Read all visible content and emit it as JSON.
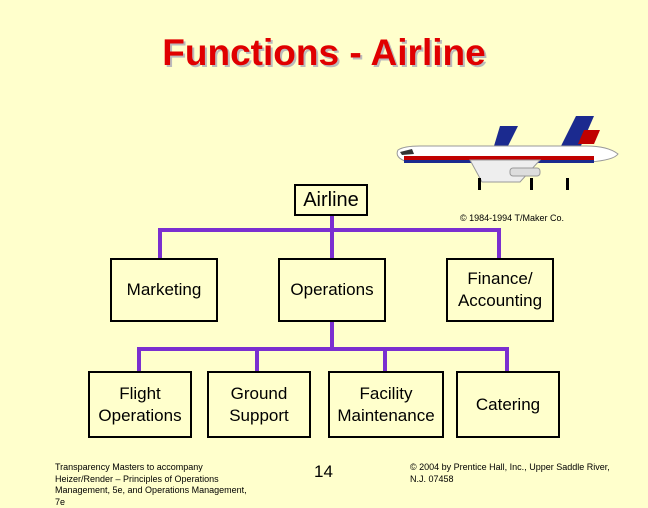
{
  "title": "Functions - Airline",
  "root": {
    "label": "Airline"
  },
  "credit": "© 1984-1994 T/Maker Co.",
  "level1": [
    "Marketing",
    "Operations",
    "Finance/ Accounting"
  ],
  "level2": [
    "Flight Operations",
    "Ground Support",
    "Facility Maintenance",
    "Catering"
  ],
  "footer_left": "Transparency Masters to accompany Heizer/Render – Principles of Operations Management, 5e, and Operations Management, 7e",
  "page_number": "14",
  "footer_right": "© 2004 by Prentice Hall, Inc., Upper Saddle River, N.J. 07458",
  "colors": {
    "title": "#E00000",
    "connector": "#7B2FD0",
    "background": "#FFFFCC"
  },
  "icons": [
    "airplane-icon"
  ]
}
